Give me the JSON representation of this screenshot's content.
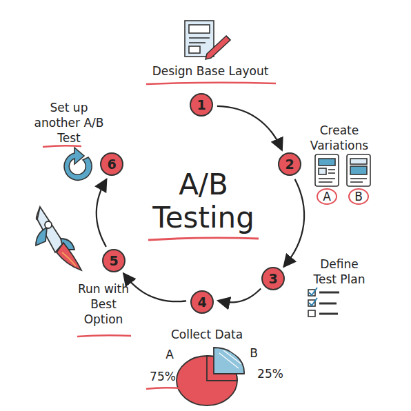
{
  "diagram": {
    "title": "A/B Testing",
    "nodes": [
      {
        "text": [
          "1",
          "Design Base Layout"
        ]
      },
      {
        "text": [
          "2",
          "Create Variations"
        ]
      },
      {
        "text": [
          "3",
          "Define Test Plan"
        ]
      },
      {
        "text": [
          "4",
          "Collect Data"
        ]
      },
      {
        "text": [
          "5",
          "Run with Best Option"
        ]
      },
      {
        "text": [
          "6",
          "Set up another A/B Test"
        ]
      }
    ],
    "edges": [
      {
        "from": 0,
        "to": 1,
        "arrow": "to"
      },
      {
        "from": 1,
        "to": 2,
        "arrow": "to"
      },
      {
        "from": 2,
        "to": 3,
        "arrow": "to"
      },
      {
        "from": 3,
        "to": 4,
        "arrow": "to"
      },
      {
        "from": 4,
        "to": 5,
        "arrow": "to"
      }
    ],
    "labels": [
      "A",
      "B",
      "A",
      "75%",
      "B",
      "25%"
    ]
  }
}
